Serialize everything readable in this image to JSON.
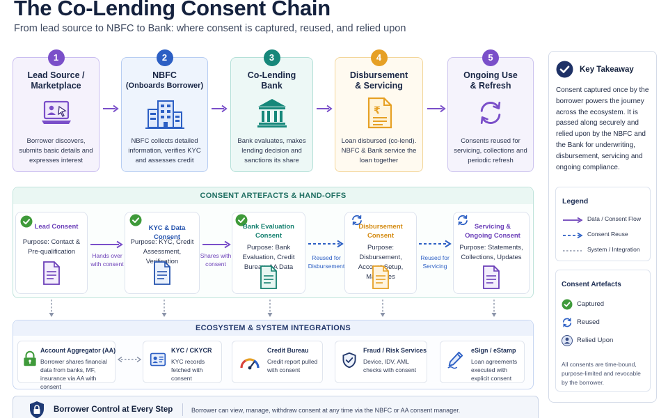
{
  "header": {
    "title": "The Co-Lending Consent Chain",
    "subtitle": "From lead source to NBFC to Bank: where consent is captured, reused, and relied upon"
  },
  "stages": [
    {
      "num": "1",
      "title": "Lead Source /",
      "title2": "Marketplace",
      "sub": "",
      "desc": "Borrower discovers, submits basic details and expresses interest",
      "color": "#7a4fc9",
      "icon": "laptop-cursor-icon"
    },
    {
      "num": "2",
      "title": "NBFC",
      "title2": "",
      "sub": "(Onboards Borrower)",
      "desc": "NBFC collects detailed information, verifies KYC and assesses credit",
      "color": "#2c5fc4",
      "icon": "office-building-icon"
    },
    {
      "num": "3",
      "title": "Co-Lending",
      "title2": "Bank",
      "sub": "",
      "desc": "Bank evaluates, makes lending decision and sanctions its share",
      "color": "#16877a",
      "icon": "bank-building-icon"
    },
    {
      "num": "4",
      "title": "Disbursement",
      "title2": "& Servicing",
      "sub": "",
      "desc": "Loan disbursed (co-lend). NBFC & Bank service the loan together",
      "color": "#e6a025",
      "icon": "rupee-document-icon"
    },
    {
      "num": "5",
      "title": "Ongoing Use",
      "title2": "& Refresh",
      "sub": "",
      "desc": "Consents reused for servicing, collections and periodic refresh",
      "color": "#7a4fc9",
      "icon": "refresh-cycle-icon"
    }
  ],
  "consent_section": {
    "heading": "CONSENT ARTEFACTS & HAND-OFFS",
    "cards": [
      {
        "title": "Lead Consent",
        "purpose": "Purpose: Contact & Pre-qualification",
        "state": "captured",
        "color": "#6b3fb8"
      },
      {
        "title": "KYC & Data Consent",
        "purpose": "Purpose: KYC, Credit Assessment, Verification",
        "state": "captured",
        "color": "#2452ad"
      },
      {
        "title": "Bank Evaluation Consent",
        "purpose": "Purpose: Bank Evaluation, Credit Bureau, AA Data",
        "state": "captured",
        "color": "#15806f"
      },
      {
        "title": "Disbursement Consent",
        "purpose": "Purpose: Disbursement, Account Setup, Mandates",
        "state": "reused",
        "color": "#d48a10"
      },
      {
        "title": "Servicing & Ongoing Consent",
        "purpose": "Purpose: Statements, Collections, Updates",
        "state": "reused",
        "color": "#6b3fb8"
      }
    ],
    "handoffs": [
      {
        "label": "Hands over with consent"
      },
      {
        "label": "Shares with consent"
      },
      {
        "label": "Reused for Disbursement"
      },
      {
        "label": "Reused for Servicing"
      }
    ]
  },
  "integration_section": {
    "heading": "ECOSYSTEM & SYSTEM INTEGRATIONS",
    "cards": [
      {
        "title": "Account Aggregator (AA)",
        "desc": "Borrower shares financial data from banks, MF, insurance via AA with consent",
        "icon": "padlock-icon"
      },
      {
        "title": "KYC / CKYCR",
        "desc": "KYC records fetched with consent",
        "icon": "id-card-icon"
      },
      {
        "title": "Credit Bureau",
        "desc": "Credit report pulled with consent",
        "icon": "gauge-icon"
      },
      {
        "title": "Fraud / Risk Services",
        "desc": "Device, IDV, AML checks with consent",
        "icon": "shield-check-icon"
      },
      {
        "title": "eSign / eStamp",
        "desc": "Loan agreements executed with explicit consent",
        "icon": "pen-sign-icon"
      }
    ]
  },
  "bottom_bar": {
    "title": "Borrower Control at Every Step",
    "text": "Borrower can view, manage, withdraw consent at any time via the NBFC or AA consent manager."
  },
  "key_takeaway": {
    "title": "Key Takeaway",
    "text": "Consent captured once by the borrower powers the journey across the ecosystem. It is passed along securely and relied upon by the NBFC and the Bank for underwriting, disbursement, servicing and ongoing compliance."
  },
  "legend": {
    "title": "Legend",
    "items": [
      {
        "label": "Data / Consent Flow",
        "style": "solid"
      },
      {
        "label": "Consent Reuse",
        "style": "dashed"
      },
      {
        "label": "System / Integration",
        "style": "dotted"
      }
    ]
  },
  "artefacts": {
    "title": "Consent Artefacts",
    "items": [
      {
        "label": "Captured",
        "icon": "check-circle-icon"
      },
      {
        "label": "Reused",
        "icon": "refresh-icon"
      },
      {
        "label": "Relied Upon",
        "icon": "user-shield-icon"
      }
    ],
    "note": "All consents are time-bound, purpose-limited and revocable by the borrower."
  },
  "colors": {
    "navy": "#14213d",
    "purple": "#7a4fc9",
    "blue": "#2c5fc4",
    "teal": "#16877a",
    "amber": "#e6a025",
    "green": "#3f9a3a"
  }
}
